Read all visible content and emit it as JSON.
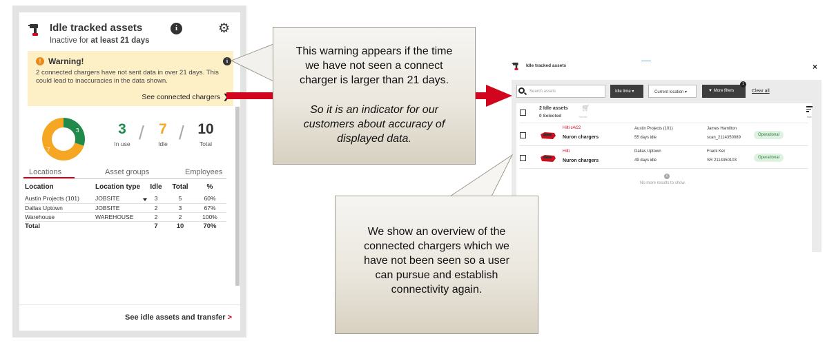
{
  "colors": {
    "brand_red": "#d2051e",
    "in_use_green": "#1f8a4c",
    "idle_orange": "#f5a623",
    "warning_bg": "#fdf0c6",
    "operational_bg": "#ddf2e0"
  },
  "widget": {
    "title": "Idle tracked assets",
    "subtitle_prefix": "Inactive for ",
    "subtitle_bold": "at least 21 days",
    "info_icon": "i",
    "warning": {
      "icon": "!",
      "title": "Warning!",
      "info_icon": "i",
      "body": "2 connected chargers have not sent data in over 21 days. This could lead to inaccuracies in the data shown.",
      "link": "See connected chargers"
    },
    "donut": {
      "in_use": 3,
      "idle": 7,
      "in_use_label": "3",
      "idle_label": "7"
    },
    "stats": {
      "in_use": {
        "value": "3",
        "label": "In use"
      },
      "idle": {
        "value": "7",
        "label": "Idle"
      },
      "total": {
        "value": "10",
        "label": "Total"
      },
      "separator": "/"
    },
    "tabs": [
      "Locations",
      "Asset groups",
      "Employees"
    ],
    "table": {
      "headers": [
        "Location",
        "Location type",
        "Idle",
        "Total",
        "%"
      ],
      "rows": [
        [
          "Austin Projects (101)",
          "JOBSITE",
          "3",
          "5",
          "60%"
        ],
        [
          "Dallas Uptown",
          "JOBSITE",
          "2",
          "3",
          "67%"
        ],
        [
          "Warehouse",
          "WAREHOUSE",
          "2",
          "2",
          "100%"
        ]
      ],
      "total": [
        "Total",
        "",
        "7",
        "10",
        "70%"
      ]
    },
    "footer_link": "See idle assets and transfer",
    "footer_chevron": ">"
  },
  "callout_a": {
    "line1": "This warning appears if the time",
    "line2": "we have not seen a connect",
    "line3": "charger is larger than 21 days.",
    "italic1": "So it is an indicator for our",
    "italic2": "customers about accuracy of",
    "italic3": "displayed data."
  },
  "callout_b": {
    "line1": "We show an overview of the",
    "line2": "connected chargers which we",
    "line3": "have not been seen so a user",
    "line4": "can pursue and establish",
    "line5": "connectivity again."
  },
  "panel": {
    "title": "Idle tracked assets",
    "close": "×",
    "search_placeholder": "Search assets",
    "filter_idle": "Idle time",
    "filter_location": "Current location",
    "more_filters": "More filters",
    "more_filters_badge": "1",
    "clear_all": "Clear all",
    "header_title": "2 Idle assets",
    "header_selected": "0 Selected",
    "transfer_label": "Transfer",
    "sort_label": "Sort",
    "rows": [
      {
        "brand": "Hilti c4/22",
        "name": "Nuron chargers",
        "location": "Austin Projects (101)",
        "idle": "55 days idle",
        "person": "James Hamilton",
        "id": "scan_2114350089",
        "status": "Operational"
      },
      {
        "brand": "Hilti",
        "name": "Nuron chargers",
        "location": "Dallas Uptown",
        "idle": "49 days idle",
        "person": "Frank Ker",
        "id": "SR 2114350103",
        "status": "Operational"
      }
    ],
    "no_more_icon": "i",
    "no_more": "No more results to show."
  }
}
